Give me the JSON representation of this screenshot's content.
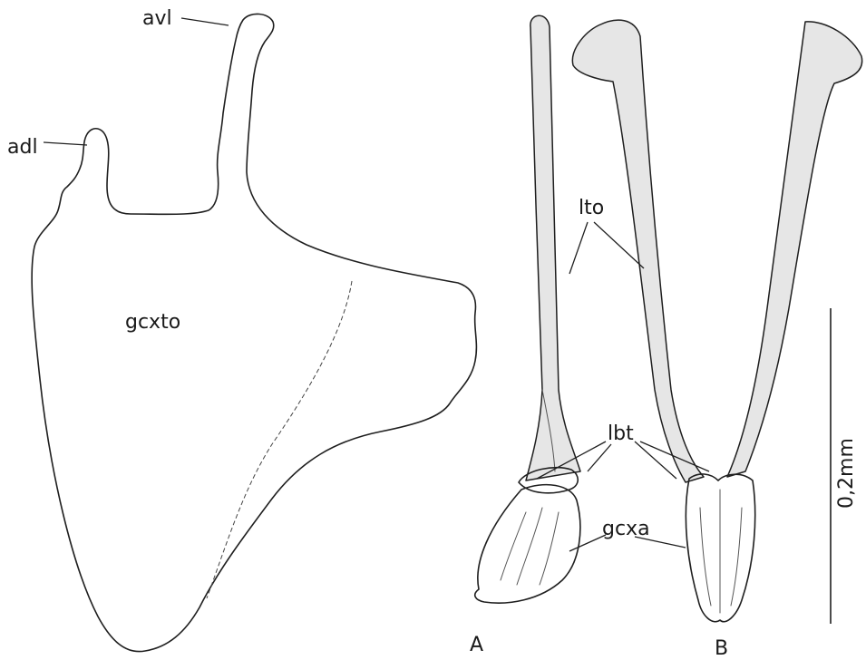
{
  "labels": {
    "avl": "avl",
    "adl": "adl",
    "gcxto": "gcxto",
    "lto": "lto",
    "lbt": "lbt",
    "gcxa": "gcxa",
    "view_a": "A",
    "view_b": "B"
  },
  "scale_bar": {
    "label": "0,2mm"
  }
}
